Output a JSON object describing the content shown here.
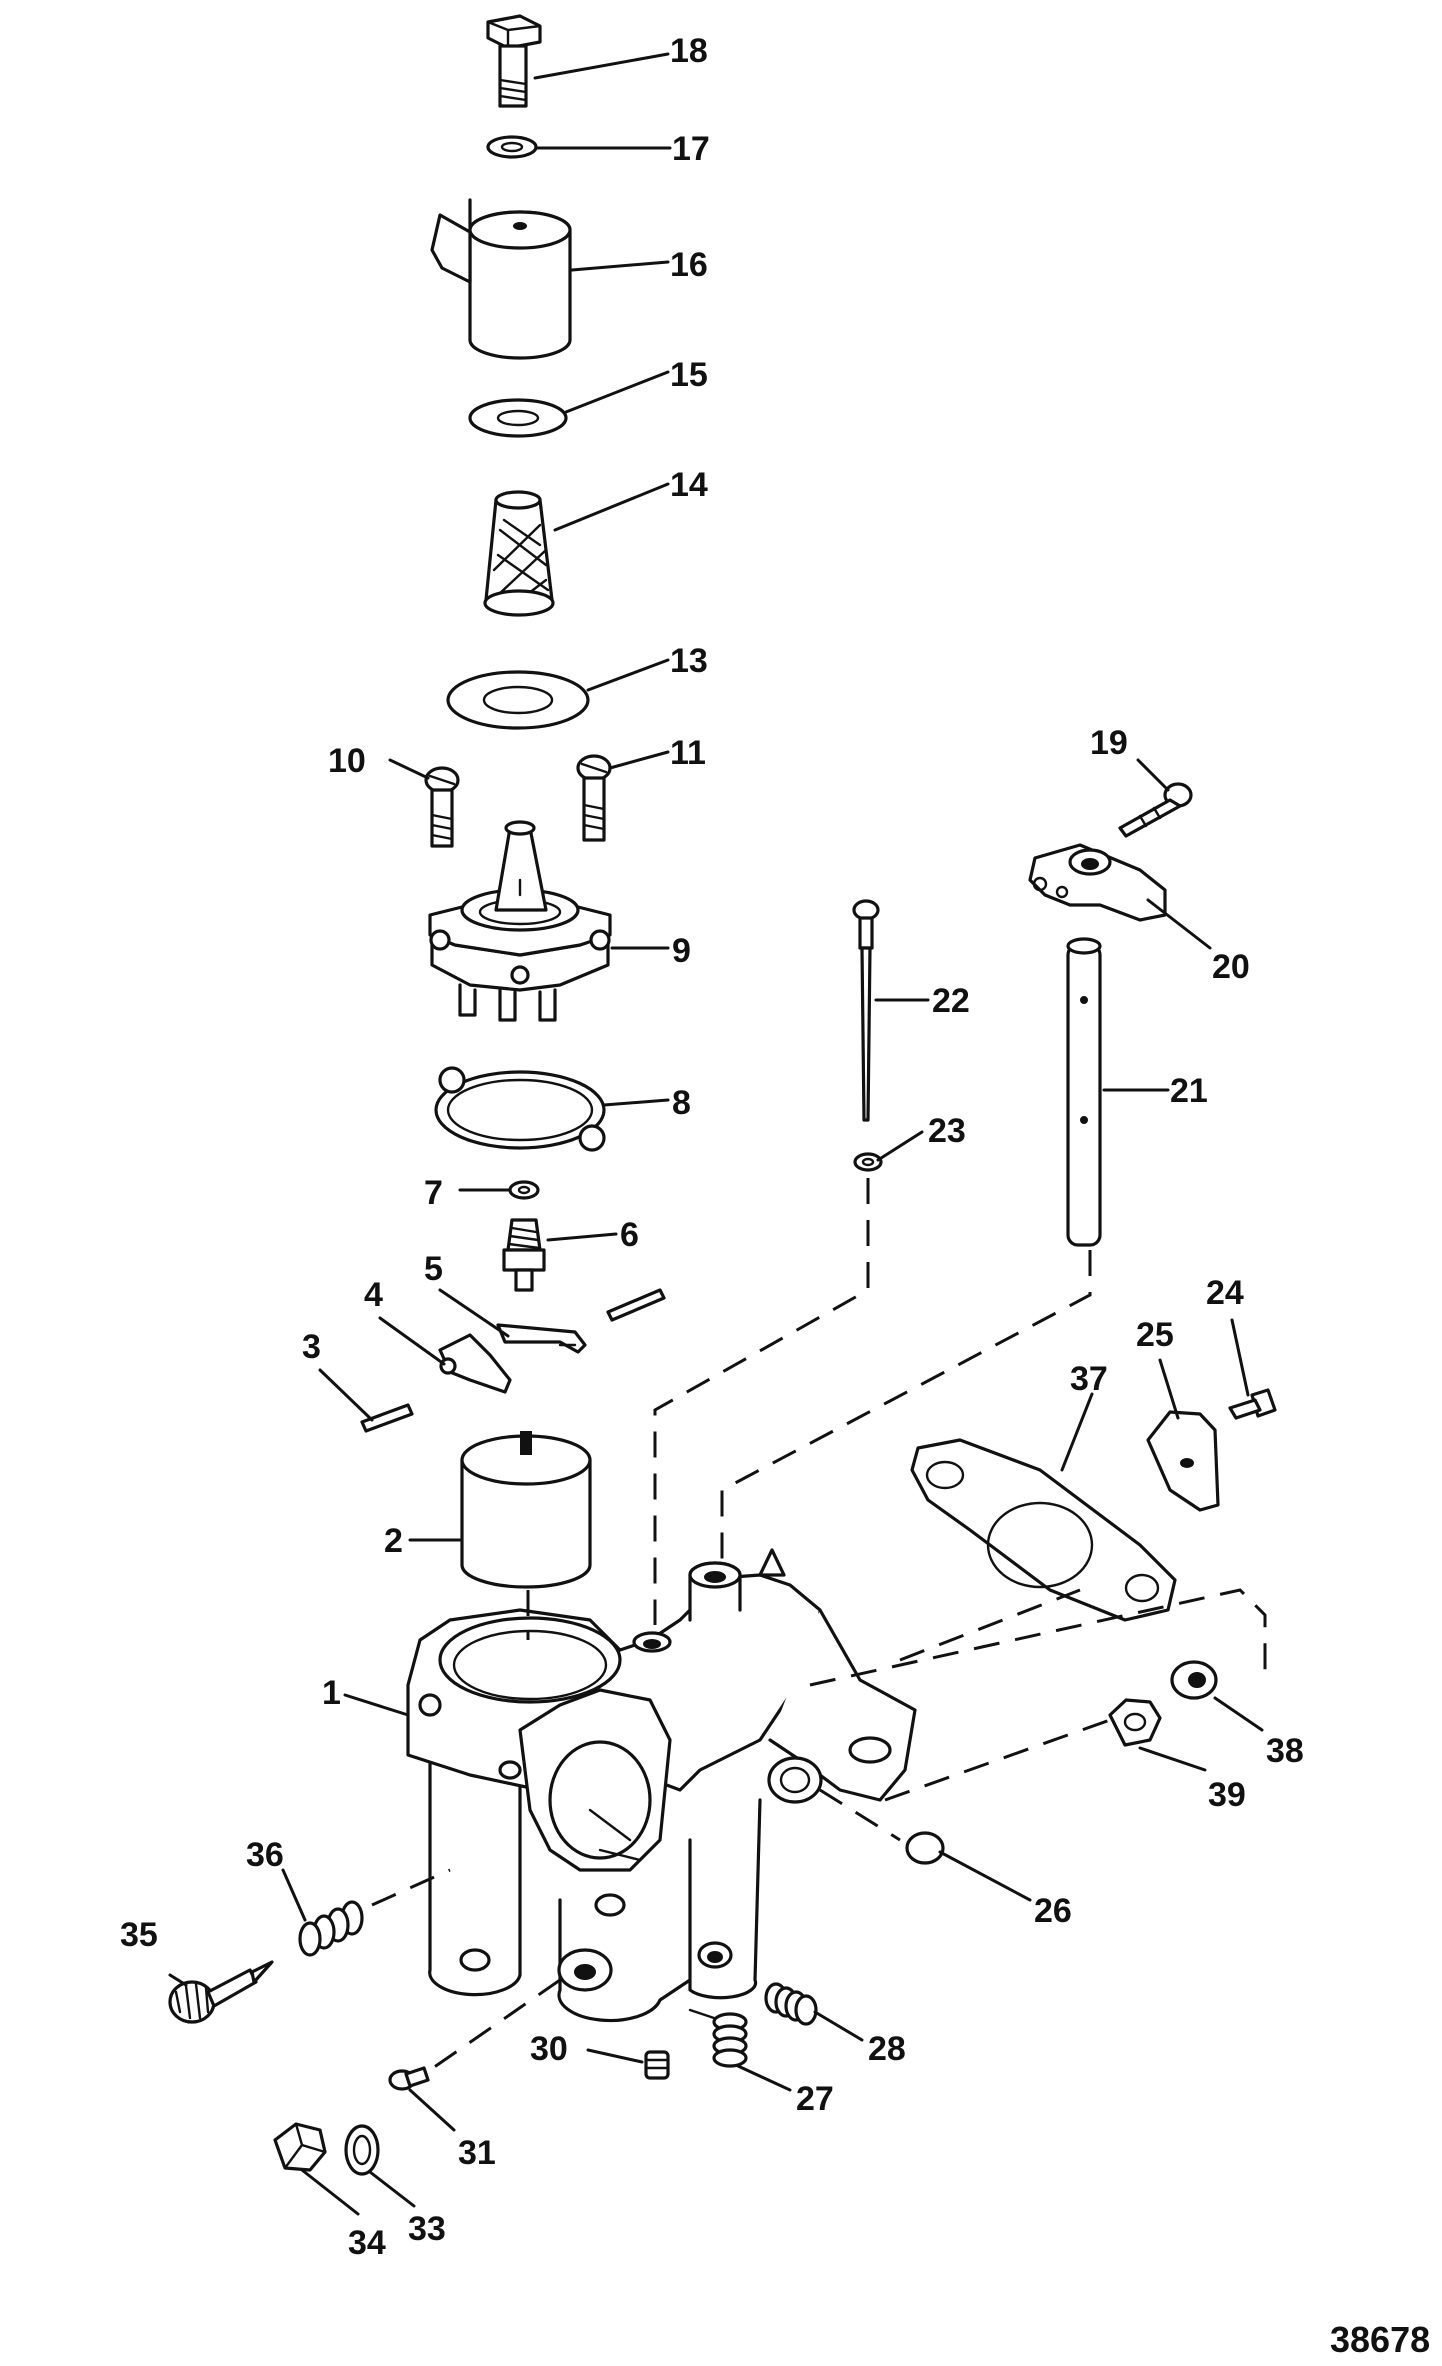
{
  "figure_number": "38678",
  "callouts": {
    "c1": "1",
    "c2": "2",
    "c3": "3",
    "c4": "4",
    "c5": "5",
    "c6": "6",
    "c7": "7",
    "c8": "8",
    "c9": "9",
    "c10": "10",
    "c11": "11",
    "c13": "13",
    "c14": "14",
    "c15": "15",
    "c16": "16",
    "c17": "17",
    "c18": "18",
    "c19": "19",
    "c20": "20",
    "c21": "21",
    "c22": "22",
    "c23": "23",
    "c24": "24",
    "c25": "25",
    "c26": "26",
    "c27": "27",
    "c28": "28",
    "c30": "30",
    "c31": "31",
    "c33": "33",
    "c34": "34",
    "c35": "35",
    "c36": "36",
    "c37": "37",
    "c38": "38",
    "c39": "39"
  },
  "parts": [
    {
      "callout": "1",
      "icon": "carburetor-body-icon"
    },
    {
      "callout": "2",
      "icon": "float-icon"
    },
    {
      "callout": "3",
      "icon": "float-pin-icon"
    },
    {
      "callout": "4",
      "icon": "float-lever-icon"
    },
    {
      "callout": "5",
      "icon": "lever-icon"
    },
    {
      "callout": "6",
      "icon": "inlet-needle-seat-icon"
    },
    {
      "callout": "7",
      "icon": "washer-icon"
    },
    {
      "callout": "8",
      "icon": "gasket-icon"
    },
    {
      "callout": "9",
      "icon": "fuel-bowl-cover-icon"
    },
    {
      "callout": "10",
      "icon": "screw-icon"
    },
    {
      "callout": "11",
      "icon": "screw-icon"
    },
    {
      "callout": "13",
      "icon": "gasket-icon"
    },
    {
      "callout": "14",
      "icon": "fuel-filter-screen-icon"
    },
    {
      "callout": "15",
      "icon": "gasket-icon"
    },
    {
      "callout": "16",
      "icon": "filter-cover-icon"
    },
    {
      "callout": "17",
      "icon": "washer-icon"
    },
    {
      "callout": "18",
      "icon": "bolt-icon"
    },
    {
      "callout": "19",
      "icon": "screw-icon"
    },
    {
      "callout": "20",
      "icon": "lever-arm-icon"
    },
    {
      "callout": "21",
      "icon": "shaft-icon"
    },
    {
      "callout": "22",
      "icon": "needle-valve-icon"
    },
    {
      "callout": "23",
      "icon": "washer-icon"
    },
    {
      "callout": "24",
      "icon": "screw-icon"
    },
    {
      "callout": "25",
      "icon": "throttle-plate-icon"
    },
    {
      "callout": "26",
      "icon": "plug-icon"
    },
    {
      "callout": "27",
      "icon": "spring-icon"
    },
    {
      "callout": "28",
      "icon": "spring-icon"
    },
    {
      "callout": "30",
      "icon": "jet-icon"
    },
    {
      "callout": "31",
      "icon": "jet-icon"
    },
    {
      "callout": "33",
      "icon": "washer-icon"
    },
    {
      "callout": "34",
      "icon": "plug-icon"
    },
    {
      "callout": "35",
      "icon": "idle-mixture-screw-icon"
    },
    {
      "callout": "36",
      "icon": "spring-icon"
    },
    {
      "callout": "37",
      "icon": "flange-gasket-icon"
    },
    {
      "callout": "38",
      "icon": "lockwasher-icon"
    },
    {
      "callout": "39",
      "icon": "nut-icon"
    }
  ]
}
